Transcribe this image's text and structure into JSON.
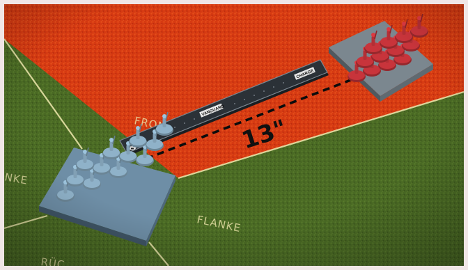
{
  "zones": {
    "front": "FRON",
    "flank_left": "NKE",
    "flank_right": "FLANKE",
    "rear": "RÜC"
  },
  "measurement": {
    "distance": "13\"",
    "ruler_label_left": "VANGUARD",
    "ruler_label_right": "CHARGE"
  },
  "units": {
    "friendly": {
      "color": "#8fb2c9",
      "models": 12
    },
    "enemy": {
      "color": "#c8343b",
      "models": 12
    }
  },
  "colors": {
    "front_arc": "#d93a12",
    "grass": "#4a6a24",
    "zone_line": "#e7e2a7",
    "ruler": "#2b3137",
    "frame": "#f0e6e6"
  },
  "icons": {
    "ruler_logo": "skull-icon"
  }
}
